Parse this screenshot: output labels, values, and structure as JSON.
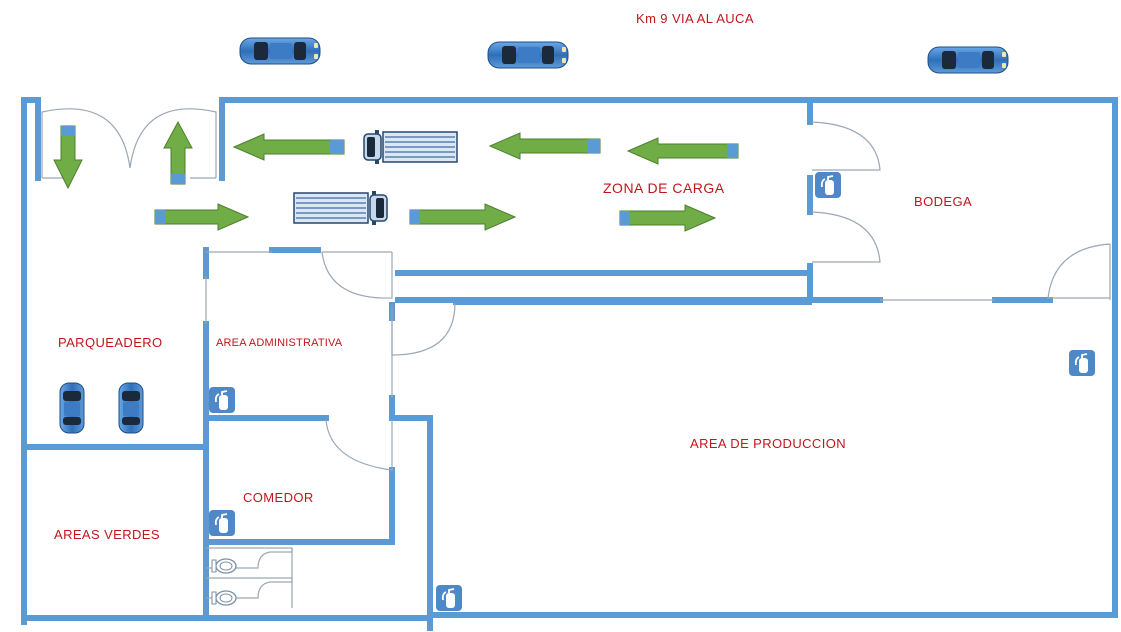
{
  "labels": {
    "road": "Km 9 VIA AL AUCA",
    "loading_zone": "ZONA DE CARGA",
    "warehouse": "BODEGA",
    "parking": "PARQUEADERO",
    "admin_area": "AREA ADMINISTRATIVA",
    "production_area": "AREA DE PRODUCCION",
    "dining": "COMEDOR",
    "green_areas": "AREAS VERDES"
  },
  "icons": {
    "car": "car-icon",
    "truck": "truck-icon",
    "extinguisher": "fire-extinguisher-icon",
    "arrow": "direction-arrow-icon",
    "door": "door-swing-icon",
    "toilet": "toilet-icon"
  },
  "colors": {
    "wall": "#5b9bd5",
    "arrow": "#70ad47",
    "label": "#c0161d",
    "car": "#4a86c8",
    "extinguisher_bg": "#4f88c6"
  }
}
